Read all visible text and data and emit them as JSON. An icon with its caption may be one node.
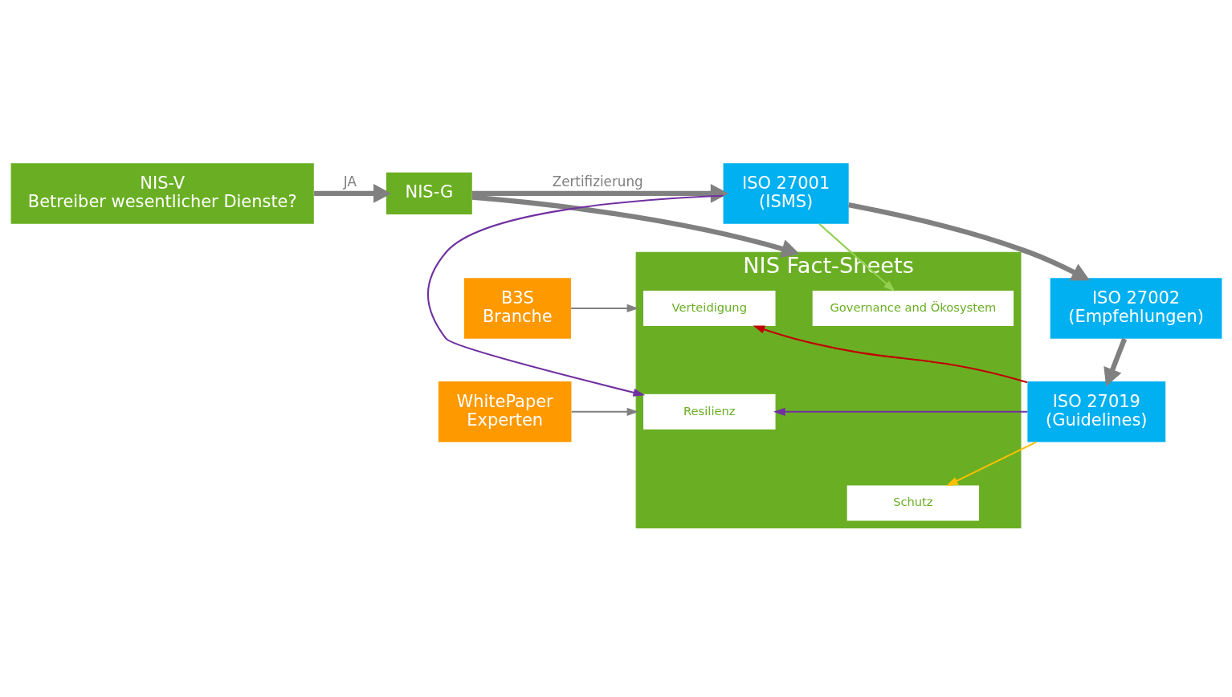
{
  "diagram": {
    "nodes": [
      {
        "text": [
          "NIS-V",
          "Betreiber wesentlicher Dienste?"
        ]
      },
      {
        "text": [
          "NIS-G"
        ]
      },
      {
        "text": [
          "ISO 27001",
          "(ISMS)"
        ]
      },
      {
        "text": [
          "NIS Fact-Sheets"
        ]
      },
      {
        "text": [
          "Governance and Ökosystem"
        ],
        "in": 3
      },
      {
        "text": [
          "Schutz"
        ],
        "in": 3
      },
      {
        "text": [
          "Verteidigung"
        ],
        "in": 3
      },
      {
        "text": [
          "Resilienz"
        ],
        "in": 3
      },
      {
        "text": [
          "ISO 27002",
          "(Empfehlungen)"
        ]
      },
      {
        "text": [
          "B3S",
          "Branche"
        ]
      },
      {
        "text": [
          "WhitePaper",
          "Experten"
        ]
      },
      {
        "text": [
          "ISO 27019",
          "(Guidelines)"
        ]
      }
    ],
    "edges": [
      {
        "from": 0,
        "to": 1,
        "arrow": "to",
        "label": "JA",
        "style": "thick"
      },
      {
        "from": 1,
        "to": 2,
        "arrow": "to",
        "label": "Zertifizierung",
        "style": "thick"
      },
      {
        "from": 1,
        "to": 3,
        "arrow": "to",
        "style": "thick"
      },
      {
        "from": 2,
        "to": 8,
        "arrow": "to",
        "style": "thick"
      },
      {
        "from": 8,
        "to": 11,
        "arrow": "to",
        "style": "thick"
      },
      {
        "from": 9,
        "to": 3,
        "arrow": "to"
      },
      {
        "from": 10,
        "to": 3,
        "arrow": "to"
      },
      {
        "from": 2,
        "to": 4,
        "arrow": "to",
        "color": "#92d050"
      },
      {
        "from": 2,
        "to": 7,
        "arrow": "to",
        "color": "#7030a0"
      },
      {
        "from": 11,
        "to": 5,
        "arrow": "to",
        "color": "#ffc000"
      },
      {
        "from": 11,
        "to": 6,
        "arrow": "to",
        "color": "#c00000"
      },
      {
        "from": 11,
        "to": 7,
        "arrow": "to",
        "color": "#7030a0"
      }
    ]
  }
}
